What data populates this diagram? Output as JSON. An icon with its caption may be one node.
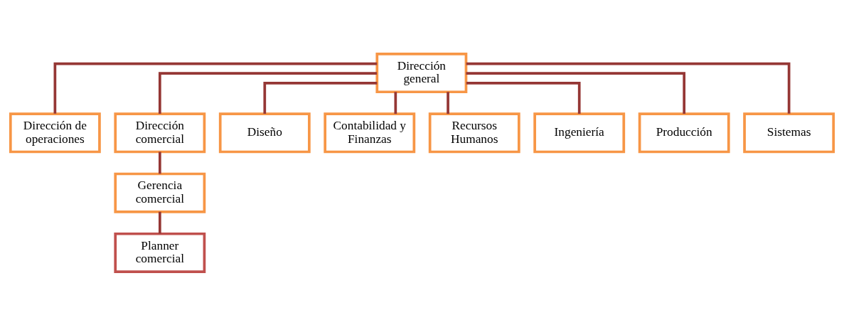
{
  "diagram": {
    "nodes": [
      {
        "text": [
          "Dirección general"
        ]
      },
      {
        "text": [
          "Dirección de operaciones"
        ]
      },
      {
        "text": [
          "Dirección comercial"
        ]
      },
      {
        "text": [
          "Diseño"
        ]
      },
      {
        "text": [
          "Contabilidad y Finanzas"
        ]
      },
      {
        "text": [
          "Recursos Humanos"
        ]
      },
      {
        "text": [
          "Ingeniería"
        ]
      },
      {
        "text": [
          "Producción"
        ]
      },
      {
        "text": [
          "Sistemas"
        ]
      },
      {
        "text": [
          "Gerencia comercial"
        ]
      },
      {
        "text": [
          "Planner comercial"
        ]
      }
    ],
    "edges": [
      {
        "from": 0,
        "to": 1,
        "arrow": "none"
      },
      {
        "from": 0,
        "to": 2,
        "arrow": "none"
      },
      {
        "from": 0,
        "to": 3,
        "arrow": "none"
      },
      {
        "from": 0,
        "to": 4,
        "arrow": "none"
      },
      {
        "from": 0,
        "to": 5,
        "arrow": "none"
      },
      {
        "from": 0,
        "to": 6,
        "arrow": "none"
      },
      {
        "from": 0,
        "to": 7,
        "arrow": "none"
      },
      {
        "from": 0,
        "to": 8,
        "arrow": "none"
      },
      {
        "from": 2,
        "to": 9,
        "arrow": "none"
      },
      {
        "from": 9,
        "to": 10,
        "arrow": "none"
      }
    ]
  }
}
